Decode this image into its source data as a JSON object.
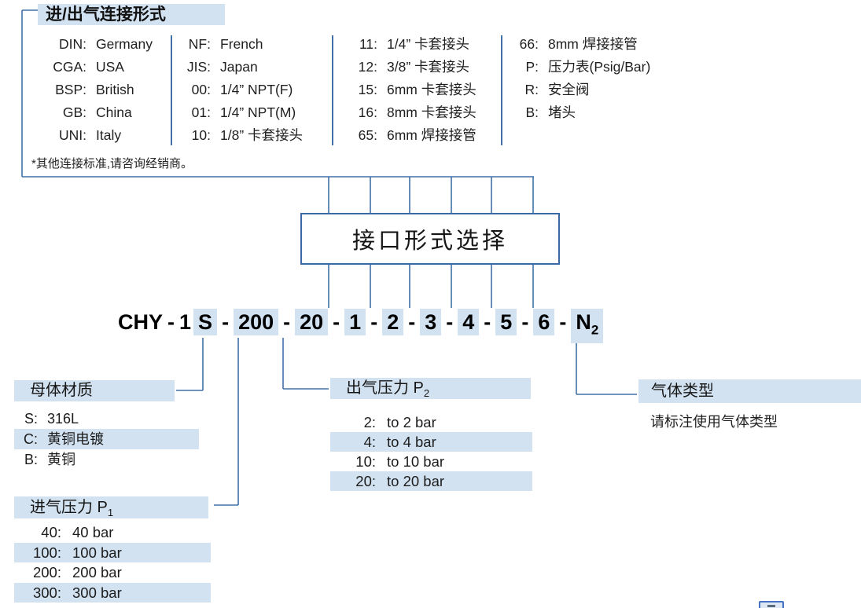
{
  "colors": {
    "highlight": "#d2e2f1",
    "line": "#4070a8",
    "box_border": "#3a68a2",
    "mini_button_border": "#4472c4"
  },
  "connection": {
    "title": "进/出气连接形式",
    "footnote": "*其他连接标准,请咨询经销商。",
    "columns": [
      {
        "items": [
          {
            "code": "DIN:",
            "value": "Germany"
          },
          {
            "code": "CGA:",
            "value": "USA"
          },
          {
            "code": "BSP:",
            "value": "British"
          },
          {
            "code": "GB:",
            "value": "China"
          },
          {
            "code": "UNI:",
            "value": "Italy"
          }
        ]
      },
      {
        "items": [
          {
            "code": "NF:",
            "value": "French"
          },
          {
            "code": "JIS:",
            "value": "Japan"
          },
          {
            "code": "00:",
            "value": "1/4”  NPT(F)"
          },
          {
            "code": "01:",
            "value": "1/4”  NPT(M)"
          },
          {
            "code": "10:",
            "value": "1/8”  卡套接头"
          }
        ]
      },
      {
        "items": [
          {
            "code": "11:",
            "value": "1/4”  卡套接头"
          },
          {
            "code": "12:",
            "value": "3/8”  卡套接头"
          },
          {
            "code": "15:",
            "value": "6mm 卡套接头"
          },
          {
            "code": "16:",
            "value": "8mm 卡套接头"
          },
          {
            "code": "65:",
            "value": "6mm 焊接接管"
          }
        ]
      },
      {
        "items": [
          {
            "code": "66:",
            "value": "8mm 焊接接管"
          },
          {
            "code": "P:",
            "value": "压力表(Psig/Bar)"
          },
          {
            "code": "R:",
            "value": "安全阀"
          },
          {
            "code": "B:",
            "value": "堵头"
          }
        ]
      }
    ]
  },
  "selector": {
    "label": "接口形式选择"
  },
  "part_number": {
    "segments": [
      {
        "text": "CHY",
        "hl": false
      },
      {
        "text": "-",
        "hl": false,
        "dash": true
      },
      {
        "text": "1",
        "hl": false
      },
      {
        "text": "S",
        "hl": true
      },
      {
        "text": "-",
        "hl": false,
        "dash": true
      },
      {
        "text": "200",
        "hl": true
      },
      {
        "text": "-",
        "hl": false,
        "dash": true
      },
      {
        "text": "20",
        "hl": true
      },
      {
        "text": "-",
        "hl": false,
        "dash": true
      },
      {
        "text": "1",
        "hl": true
      },
      {
        "text": "-",
        "hl": false,
        "dash": true
      },
      {
        "text": "2",
        "hl": true
      },
      {
        "text": "-",
        "hl": false,
        "dash": true
      },
      {
        "text": "3",
        "hl": true
      },
      {
        "text": "-",
        "hl": false,
        "dash": true
      },
      {
        "text": "4",
        "hl": true
      },
      {
        "text": "-",
        "hl": false,
        "dash": true
      },
      {
        "text": "5",
        "hl": true
      },
      {
        "text": "-",
        "hl": false,
        "dash": true
      },
      {
        "text": "6",
        "hl": true
      },
      {
        "text": "-",
        "hl": false,
        "dash": true
      },
      {
        "text": "N",
        "hl": true,
        "sub": "2"
      }
    ]
  },
  "sections": {
    "material": {
      "title": "母体材质",
      "items": [
        {
          "code": "S:",
          "value": "316L",
          "hl": false
        },
        {
          "code": "C:",
          "value": "黄铜电镀",
          "hl": true
        },
        {
          "code": "B:",
          "value": "黄铜",
          "hl": false
        }
      ]
    },
    "inlet_pressure": {
      "title": "进气压力 P",
      "title_sub": "1",
      "items": [
        {
          "code": "40:",
          "value": "40 bar",
          "hl": false
        },
        {
          "code": "100:",
          "value": "100 bar",
          "hl": true
        },
        {
          "code": "200:",
          "value": "200 bar",
          "hl": false
        },
        {
          "code": "300:",
          "value": "300 bar",
          "hl": true
        }
      ]
    },
    "outlet_pressure": {
      "title": "出气压力 P",
      "title_sub": "2",
      "items": [
        {
          "code": "2:",
          "value": "to 2 bar",
          "hl": false
        },
        {
          "code": "4:",
          "value": "to 4 bar",
          "hl": true
        },
        {
          "code": "10:",
          "value": "to 10 bar",
          "hl": false
        },
        {
          "code": "20:",
          "value": "to 20 bar",
          "hl": true
        }
      ]
    },
    "gas_type": {
      "title": "气体类型",
      "note": "请标注使用气体类型"
    }
  }
}
